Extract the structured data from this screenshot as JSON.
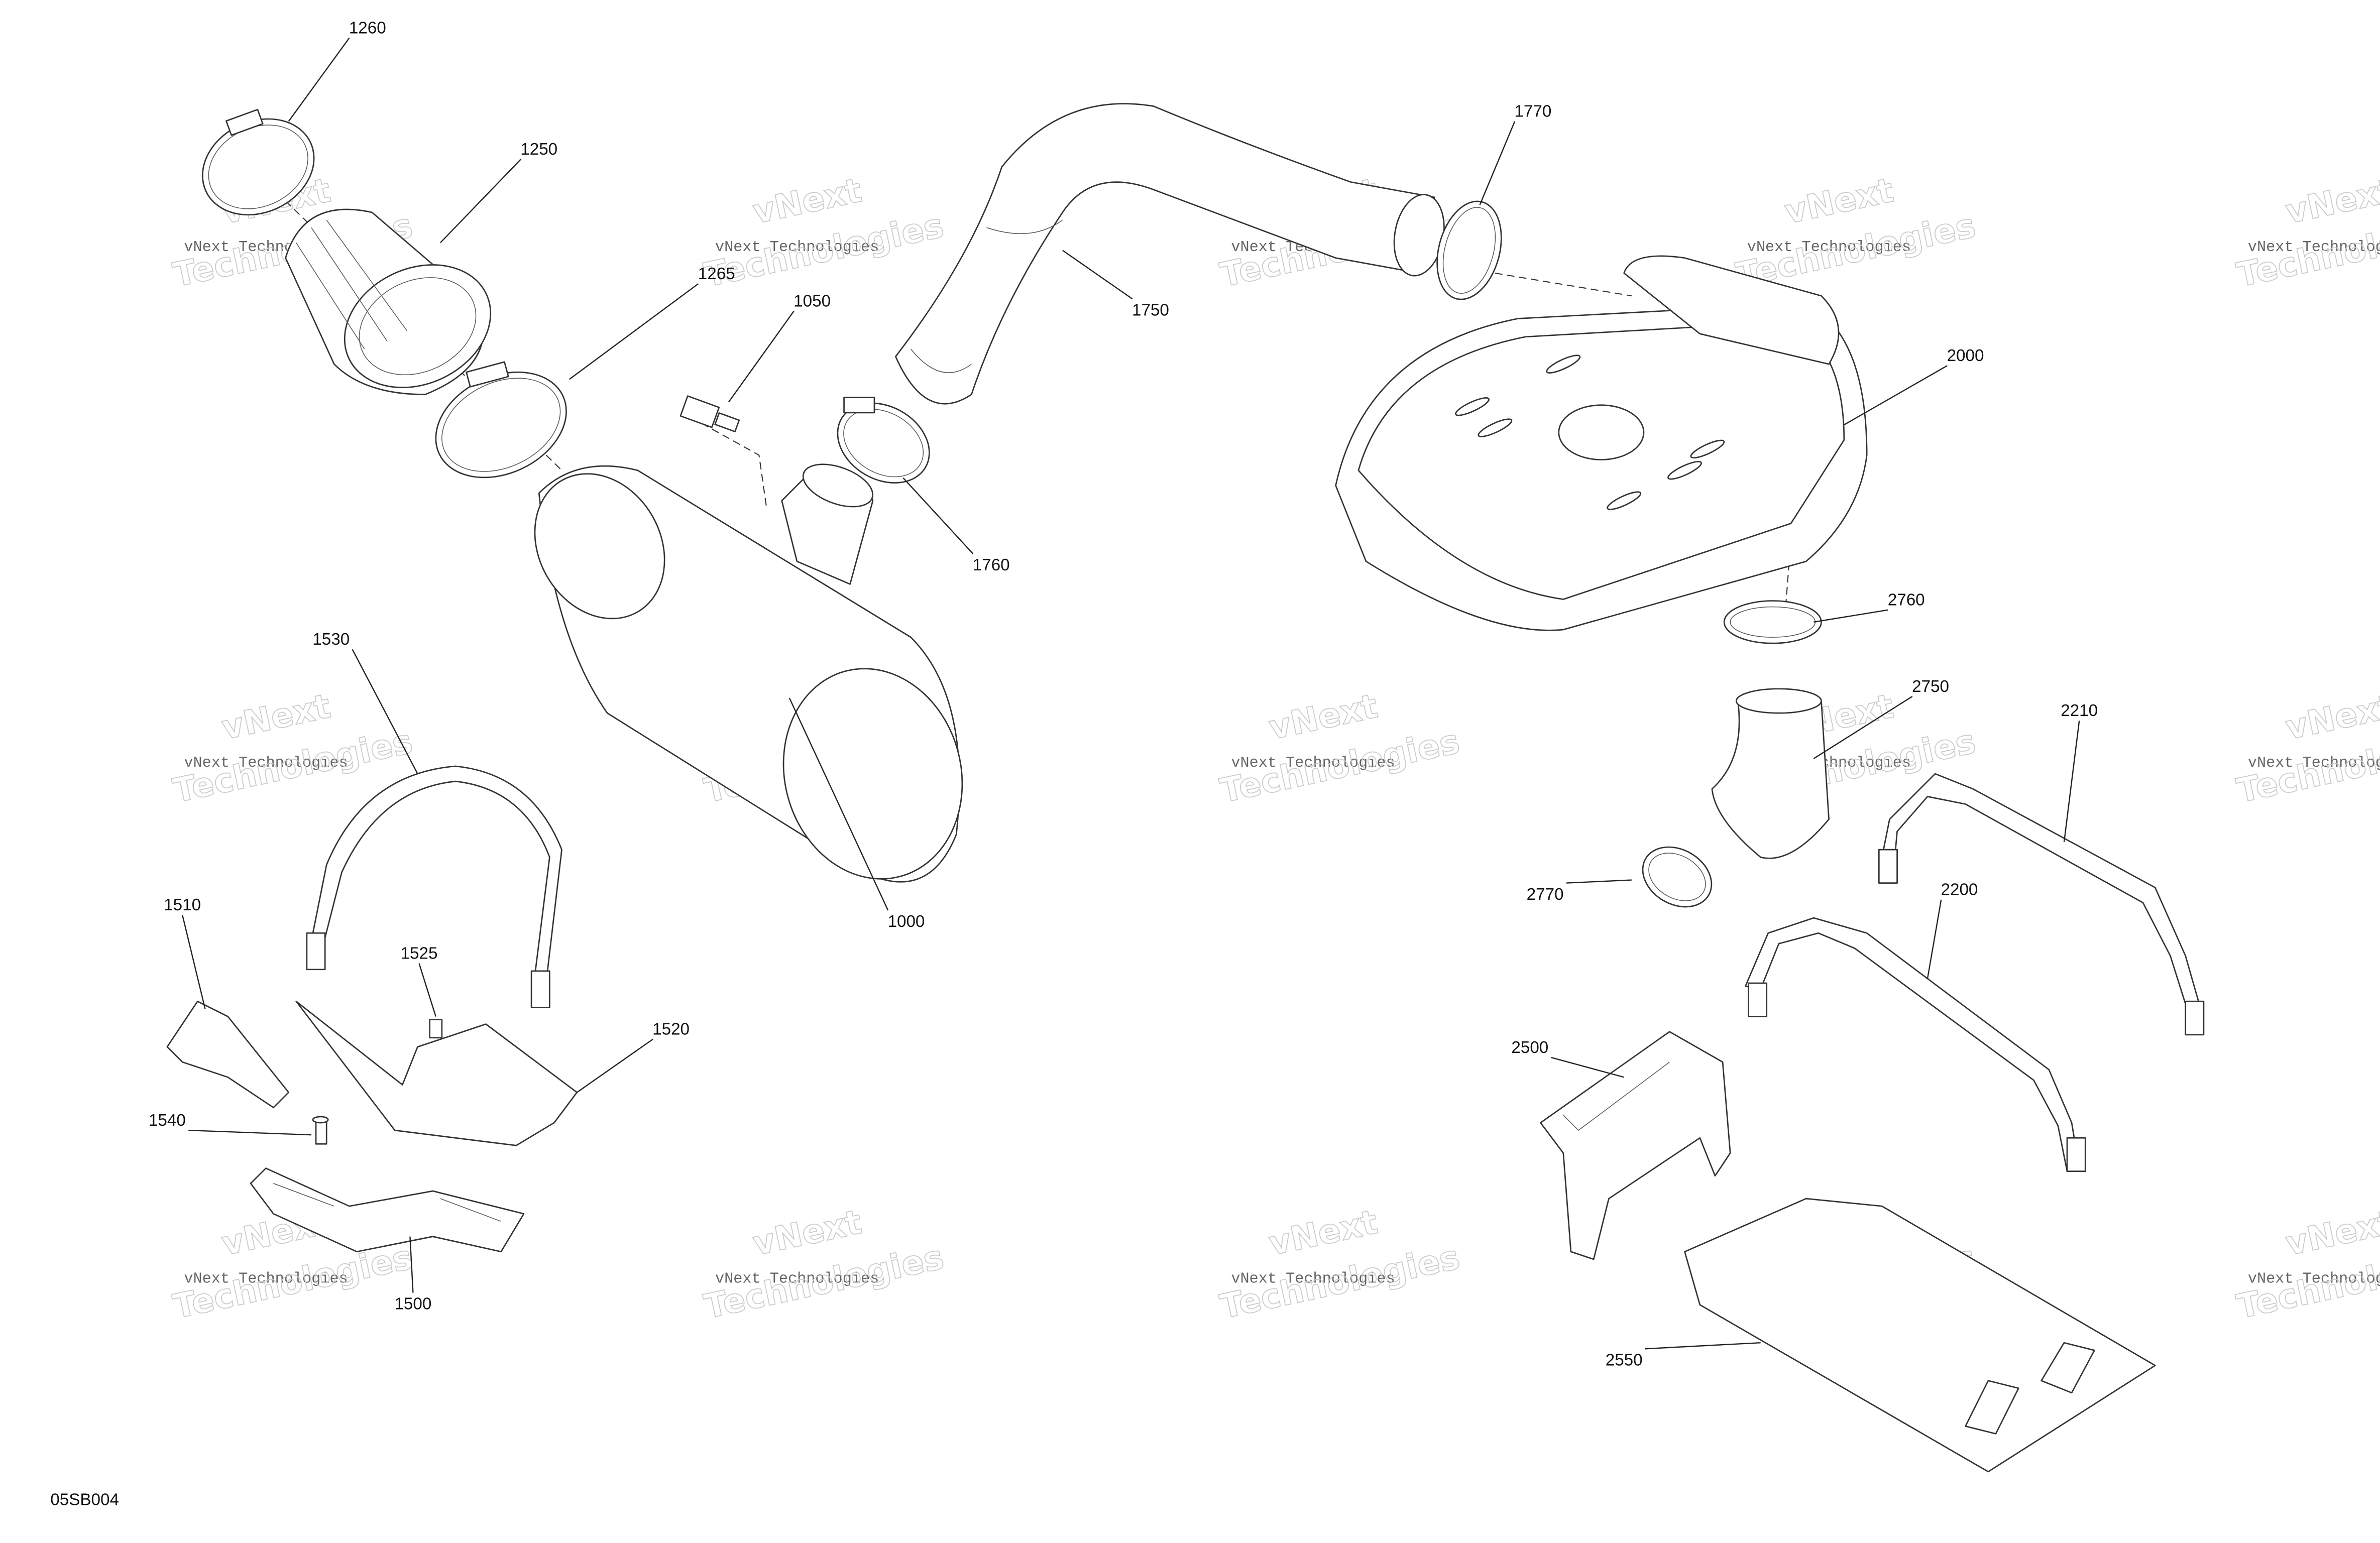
{
  "diagram_code": "05SB004",
  "watermark": {
    "line1": "vNext Technologies",
    "line2": "Technologies",
    "line0": "vNext"
  },
  "callouts": {
    "c1260": "1260",
    "c1250": "1250",
    "c1265": "1265",
    "c1050": "1050",
    "c1750": "1750",
    "c1770": "1770",
    "c2000": "2000",
    "c1760": "1760",
    "c1530": "1530",
    "c1000": "1000",
    "c2760": "2760",
    "c2750": "2750",
    "c2210": "2210",
    "c1510": "1510",
    "c1525": "1525",
    "c1520": "1520",
    "c2770": "2770",
    "c2200": "2200",
    "c2500": "2500",
    "c1540": "1540",
    "c1500": "1500",
    "c2550": "2550"
  }
}
